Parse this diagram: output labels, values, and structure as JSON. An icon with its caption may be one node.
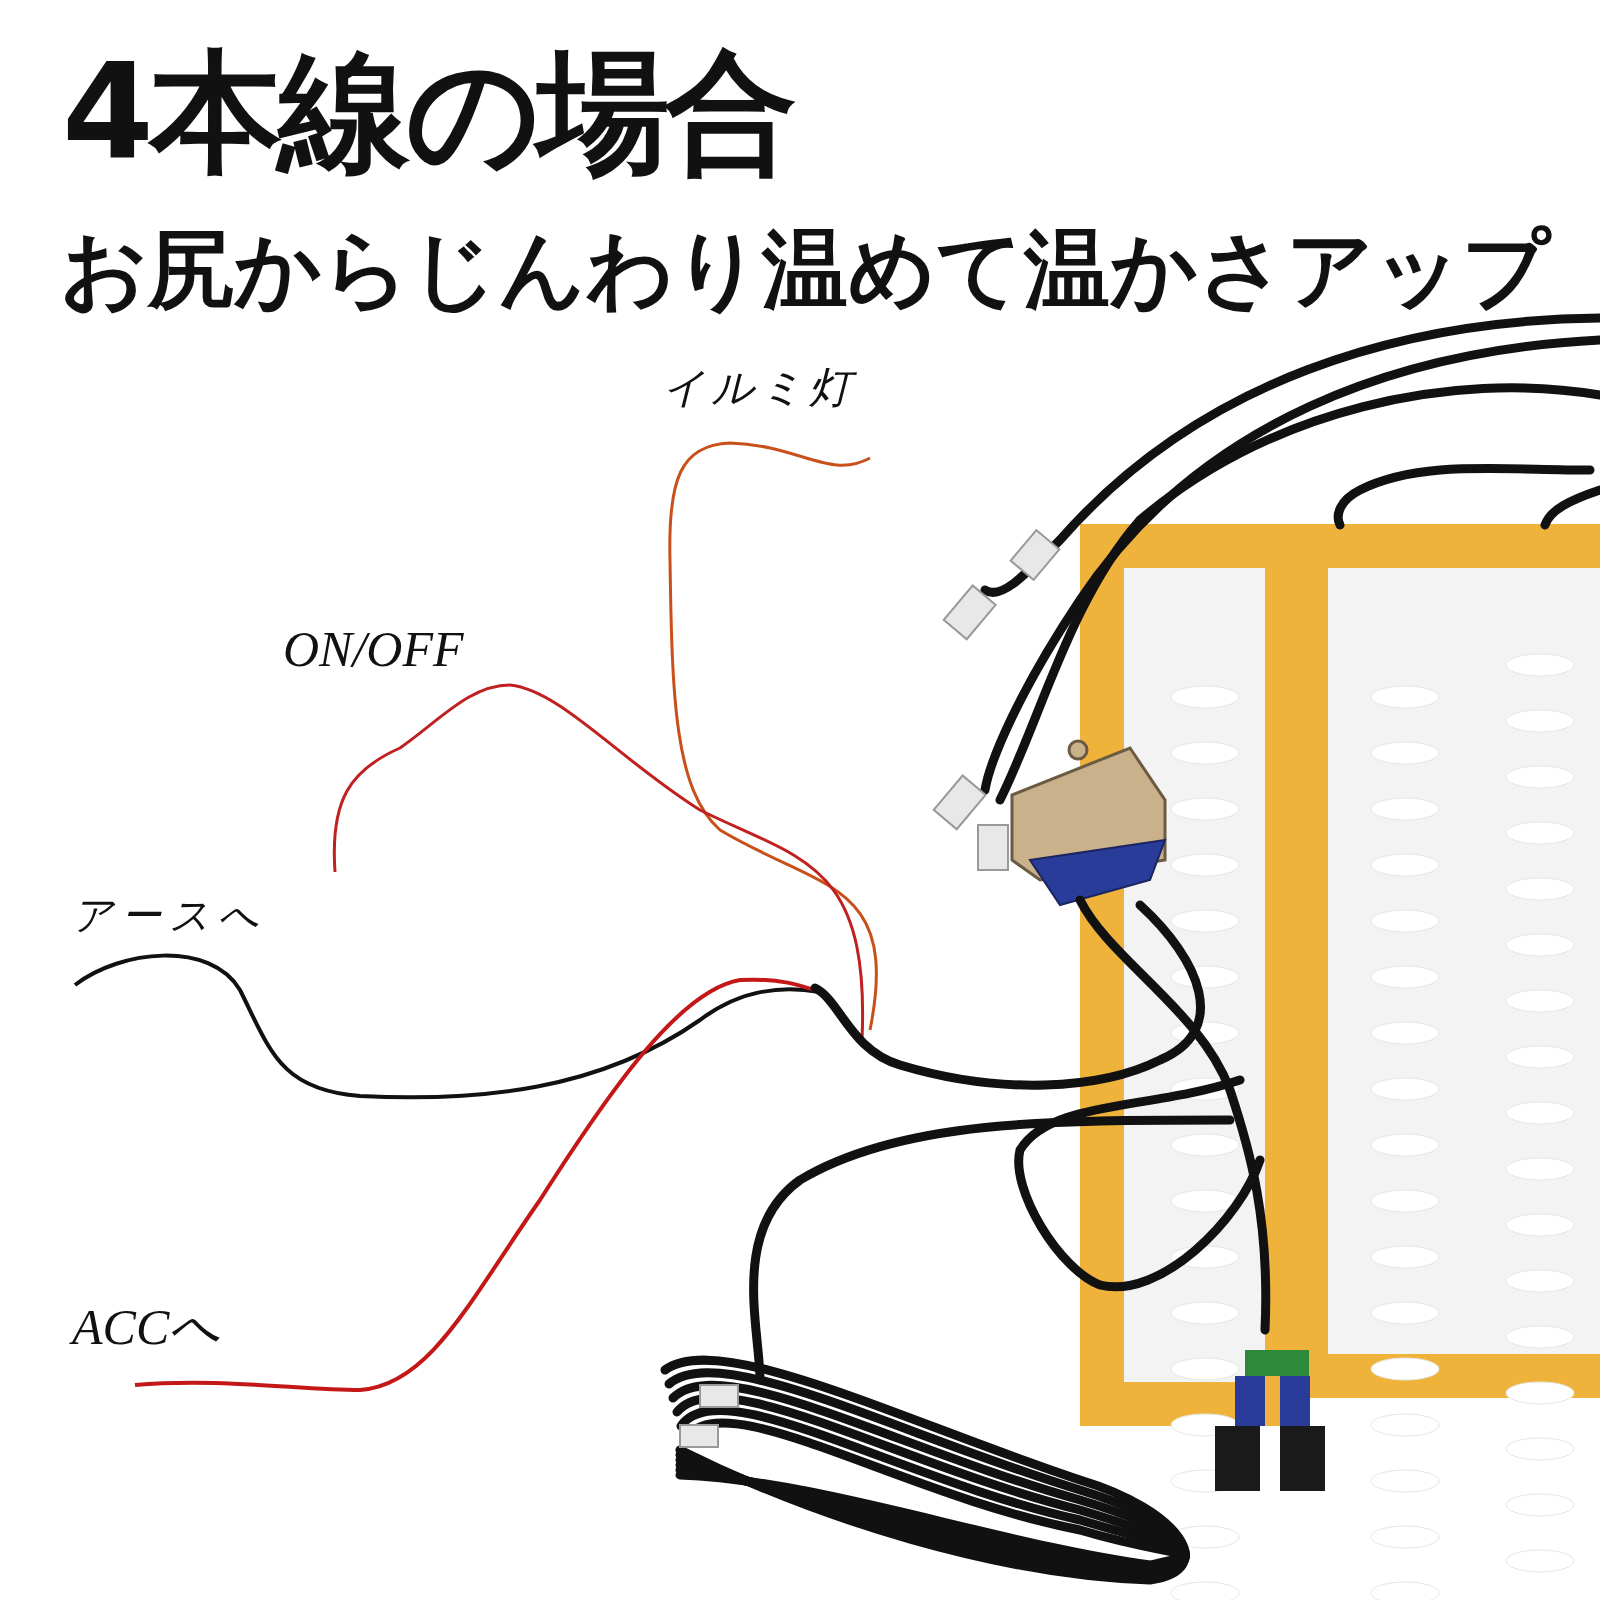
{
  "diagram": {
    "title": "4本線の場合",
    "labels": [
      "お尻からじんわり温めて温かさアップ",
      "イルミ灯",
      "ON/OFF",
      "アースへ",
      "ACCへ"
    ]
  }
}
